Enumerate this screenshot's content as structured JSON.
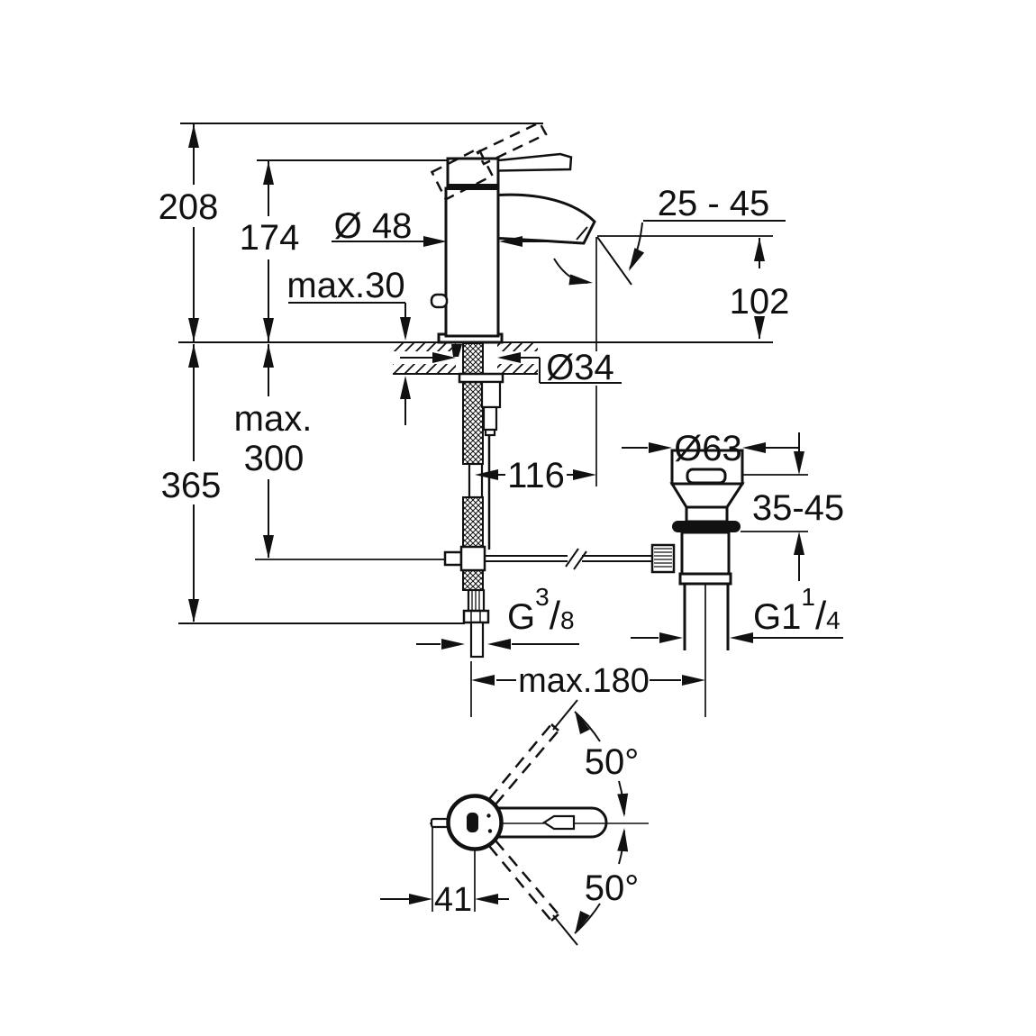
{
  "colors": {
    "line": "#111111",
    "background": "#ffffff"
  },
  "side_view": {
    "overall_height": "208",
    "body_height": "174",
    "body_diameter": "Ø 48",
    "spout_angle_range": "25 - 45",
    "spout_outlet_height": "102",
    "max_deck_thickness": "max.30",
    "hole_diameter": "Ø34",
    "max_rod_length_word": "max.",
    "max_rod_length_value": "300",
    "under_deck_height": "365",
    "spout_reach": "116",
    "waste_flange_diameter": "Ø63",
    "waste_adjust_range": "35-45",
    "supply_thread": {
      "main": "G",
      "sup": "3",
      "slash": "/",
      "sub": "8"
    },
    "waste_thread": {
      "main": "G1",
      "sup": "1",
      "slash": "/",
      "sub": "4"
    },
    "max_center_distance": "max.180"
  },
  "top_view": {
    "handle_swivel_upper": "50°",
    "handle_swivel_lower": "50°",
    "handle_offset": "41"
  }
}
